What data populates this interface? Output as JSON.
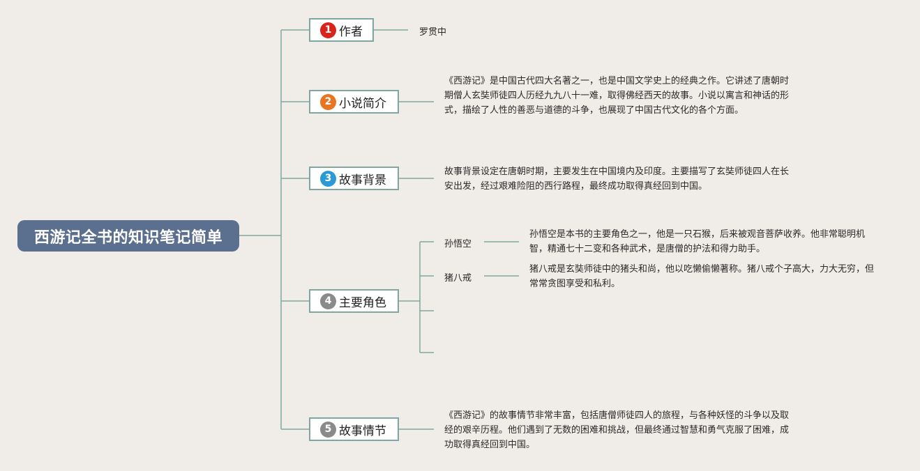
{
  "root": {
    "title": "西游记全书的知识笔记简单"
  },
  "branches": [
    {
      "num": "1",
      "label": "作者",
      "badge_color": "#d9241c",
      "note": "罗贯中"
    },
    {
      "num": "2",
      "label": "小说简介",
      "badge_color": "#e87520",
      "note": "《西游记》是中国古代四大名著之一，也是中国文学史上的经典之作。它讲述了唐朝时期僧人玄奘师徒四人历经九九八十一难，取得佛经西天的故事。小说以寓言和神话的形式，描绘了人性的善恶与道德的斗争，也展现了中国古代文化的各个方面。"
    },
    {
      "num": "3",
      "label": "故事背景",
      "badge_color": "#2a9ad6",
      "note": "故事背景设定在唐朝时期，主要发生在中国境内及印度。主要描写了玄奘师徒四人在长安出发，经过艰难险阻的西行路程，最终成功取得真经回到中国。"
    },
    {
      "num": "4",
      "label": "主要角色",
      "badge_color": "#8a8a8a",
      "characters": [
        {
          "name": "孙悟空",
          "desc": "孙悟空是本书的主要角色之一，他是一只石猴，后来被观音菩萨收养。他非常聪明机智，精通七十二变和各种武术，是唐僧的护法和得力助手。"
        },
        {
          "name": "猪八戒",
          "desc": "猪八戒是玄奘师徒中的猪头和尚，他以吃懒偷懒著称。猪八戒个子高大，力大无穷，但常常贪图享受和私利。"
        }
      ]
    },
    {
      "num": "5",
      "label": "故事情节",
      "badge_color": "#8a8a8a",
      "note": "《西游记》的故事情节非常丰富，包括唐僧师徒四人的旅程，与各种妖怪的斗争以及取经的艰辛历程。他们遇到了无数的困难和挑战，但最终通过智慧和勇气克服了困难，成功取得真经回到中国。"
    }
  ],
  "colors": {
    "background": "#f0ece8",
    "root_fill": "#5b6f8e",
    "line": "#7fa6a1"
  }
}
